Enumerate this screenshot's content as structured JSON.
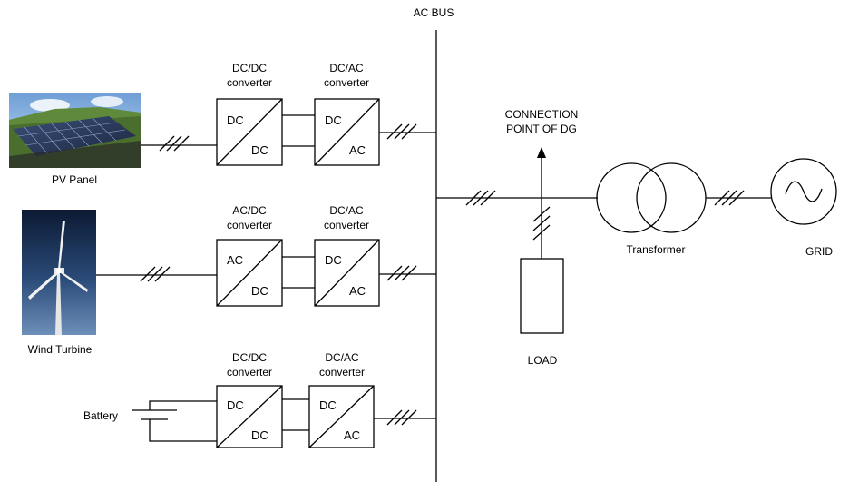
{
  "bus": {
    "label": "AC BUS"
  },
  "sources": {
    "pv": {
      "label": "PV Panel"
    },
    "wind": {
      "label": "Wind Turbine"
    },
    "battery": {
      "label": "Battery"
    }
  },
  "converters": {
    "row1_first": {
      "title1": "DC/DC",
      "title2": "converter",
      "top": "DC",
      "bottom": "DC"
    },
    "row1_second": {
      "title1": "DC/AC",
      "title2": "converter",
      "top": "DC",
      "bottom": "AC"
    },
    "row2_first": {
      "title1": "AC/DC",
      "title2": "converter",
      "top": "AC",
      "bottom": "DC"
    },
    "row2_second": {
      "title1": "DC/AC",
      "title2": "converter",
      "top": "DC",
      "bottom": "AC"
    },
    "row3_first": {
      "title1": "DC/DC",
      "title2": "converter",
      "top": "DC",
      "bottom": "DC"
    },
    "row3_second": {
      "title1": "DC/AC",
      "title2": "converter",
      "top": "DC",
      "bottom": "AC"
    }
  },
  "connection": {
    "line1": "CONNECTION",
    "line2": "POINT OF DG"
  },
  "load": {
    "label": "LOAD"
  },
  "transformer": {
    "label": "Transformer"
  },
  "grid": {
    "label": "GRID"
  }
}
